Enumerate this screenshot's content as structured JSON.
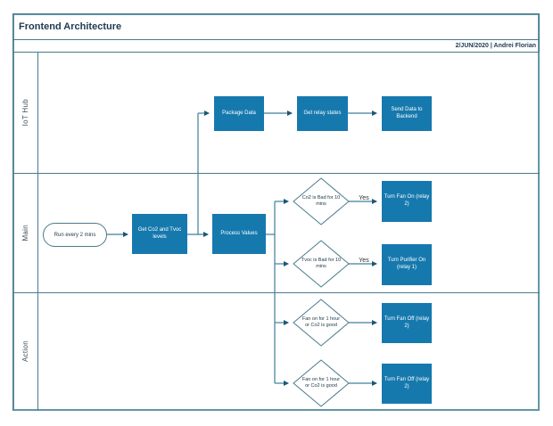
{
  "page": {
    "title": "Frontend Architecture",
    "header_right": "2/JUN/2020 | Andrei Florian"
  },
  "lanes": {
    "lane1": "IoT Hub",
    "lane2": "Main",
    "lane3": "Action"
  },
  "nodes": {
    "start": "Run every 2 mins",
    "get_levels": "Get Co2 and Tvoc levels",
    "process_values": "Process Values",
    "package_data": "Package Data",
    "get_relay_states": "Get relay states",
    "send_data": "Send Data to Backend",
    "co2_bad": "Co2 is Bad for 10 mins",
    "tvoc_bad": "Tvoc is Bad for 10 mins",
    "turn_fan_on": "Turn Fan On (relay 2)",
    "turn_purifier_on": "Turn Purifier On (relay 1)",
    "fan_check_1": "Fan on for 1 hour or Co2 is good",
    "fan_check_2": "Fan on for 1 hour or Co2 is good",
    "turn_fan_off_1": "Turn Fan Off (relay 2)",
    "turn_fan_off_2": "Turn Fan Off (relay 2)"
  },
  "edge_labels": {
    "co2_yes": "Yes",
    "tvoc_yes": "Yes"
  },
  "colors": {
    "node_fill": "#1679AE",
    "connector": "#3E7F99",
    "arrowhead": "#1C5876",
    "frame_border": "#4A7A8C",
    "node_text": "#FFFFFF",
    "dark_text": "#1F3A52"
  }
}
